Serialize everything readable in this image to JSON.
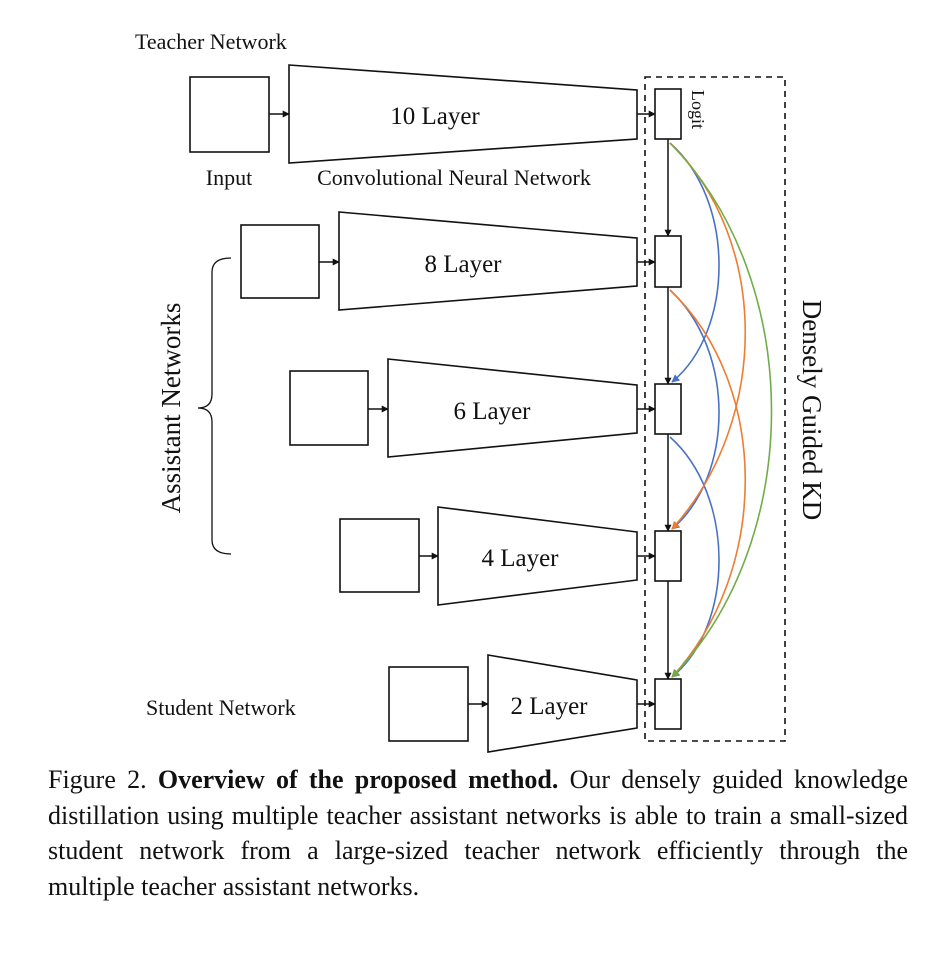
{
  "labels": {
    "teacher": "Teacher Network",
    "input": "Input",
    "cnn": "Convolutional Neural Network",
    "logit": "Logit",
    "assistant": "Assistant Networks",
    "student": "Student Network",
    "dgkd": "Densely Guided KD"
  },
  "layers": [
    "10 Layer",
    "8 Layer",
    "6 Layer",
    "4 Layer",
    "2 Layer"
  ],
  "colors": {
    "blue": "#4a72c4",
    "orange": "#ed7d31",
    "green": "#70ad47",
    "line": "#111111"
  },
  "caption": {
    "lead": "Figure 2.",
    "bold": "Overview of the proposed method.",
    "text": "Our densely guided knowledge distillation using multiple teacher assistant networks is able to train a small-sized student network from a large-sized teacher network efficiently through the multiple teacher assistant networks."
  }
}
